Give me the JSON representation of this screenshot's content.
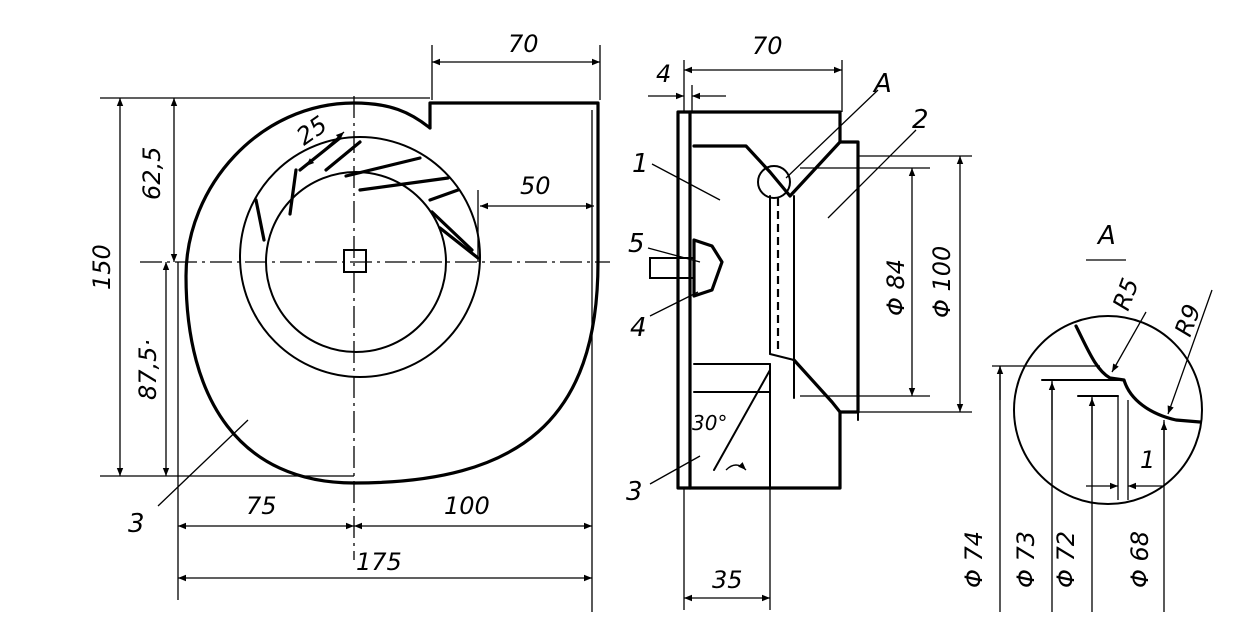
{
  "front_view": {
    "dims": {
      "top_width": "70",
      "blade": "25",
      "outlet": "50",
      "height_total": "150",
      "upper": "62,5",
      "lower": "87,5·",
      "left": "75",
      "right": "100",
      "overall": "175"
    },
    "labels": {
      "part3": "3"
    }
  },
  "side_view": {
    "dims": {
      "thickness": "4",
      "width": "70",
      "base": "35",
      "angle": "30°",
      "d84": "Φ 84",
      "d100": "Φ 100"
    },
    "labels": {
      "p1": "1",
      "p2": "2",
      "p3": "3",
      "p4": "4",
      "p5": "5",
      "detail": "A"
    }
  },
  "detail_view": {
    "title": "A",
    "dims": {
      "r5": "R5",
      "r9": "R9",
      "gap": "1",
      "d74": "Φ 74",
      "d73": "Φ 73",
      "d72": "Φ 72",
      "d68": "Φ 68"
    }
  }
}
